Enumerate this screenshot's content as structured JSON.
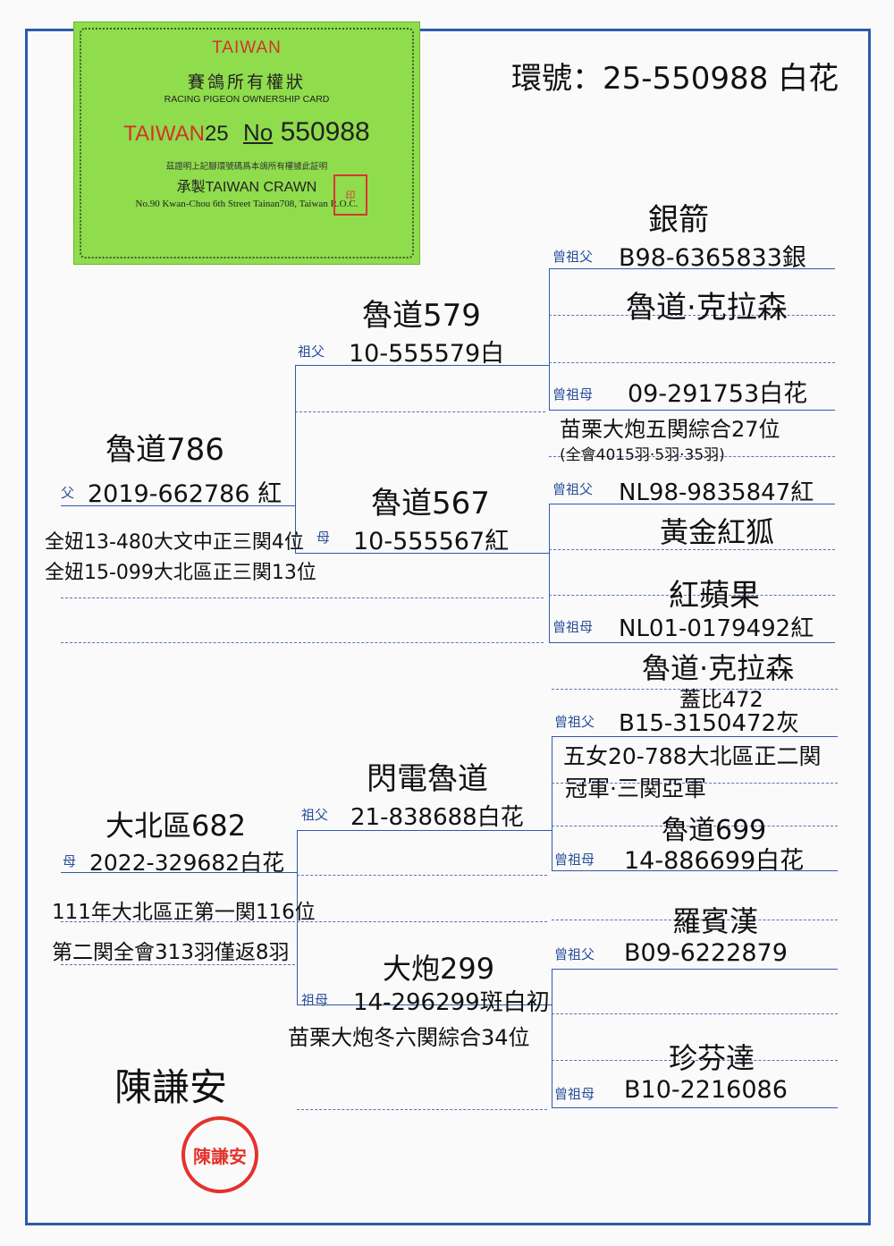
{
  "card": {
    "country": "TAIWAN",
    "title_zh": "賽鴿所有權狀",
    "title_en": "RACING PIGEON OWNERSHIP CARD",
    "ring_prefix": "TAIWAN",
    "ring_year": "25",
    "ring_no_label": "No",
    "ring_no": "550988",
    "certify": "茲證明上記腳環號碼爲本鴿所有權據此証明",
    "maker": "承製TAIWAN CRAWN",
    "address": "No.90 Kwan-Chou 6th Street Tainan708, Taiwan R.O.C."
  },
  "ring_header": "環號：25-550988 白花",
  "father": {
    "name": "魯道786",
    "label": "父",
    "ring": "2019-662786 紅",
    "notes": [
      "全妞13-480大文中正三関4位",
      "全妞15-099大北區正三関13位"
    ]
  },
  "mother": {
    "name": "大北區682",
    "label": "母",
    "ring": "2022-329682白花",
    "notes": [
      "111年大北區正第一関116位",
      "第二関全會313羽僅返8羽"
    ]
  },
  "gf_pat": {
    "name": "魯道579",
    "label": "祖父",
    "ring": "10-555579白"
  },
  "gm_pat": {
    "name": "魯道567",
    "label": "母",
    "ring": "10-555567紅"
  },
  "gf_mat": {
    "name": "閃電魯道",
    "label": "祖父",
    "ring": "21-838688白花"
  },
  "gm_mat": {
    "name": "大炮299",
    "label": "祖母",
    "ring": "14-296299斑白初",
    "note": "苗栗大炮冬六関綜合34位"
  },
  "ggp1": {
    "name": "銀箭",
    "label": "曾祖父",
    "ring": "B98-6365833銀",
    "sub": "魯道·克拉森"
  },
  "ggm1": {
    "label": "曾祖母",
    "ring": "09-291753白花",
    "notes": [
      "苗栗大炮五関綜合27位",
      "(全會4015羽·5羽·35羽)"
    ]
  },
  "ggp2": {
    "label": "曾祖父",
    "ring": "NL98-9835847紅",
    "name": "黃金紅狐"
  },
  "ggm2": {
    "name": "紅蘋果",
    "label": "曾祖母",
    "ring": "NL01-0179492紅",
    "sub": "魯道·克拉森"
  },
  "ggp3": {
    "name": "蓋比472",
    "label": "曾祖父",
    "ring": "B15-3150472灰",
    "notes": [
      "五女20-788大北區正二関",
      "冠軍·三関亞軍"
    ]
  },
  "ggm3": {
    "name": "魯道699",
    "label": "曾祖母",
    "ring": "14-886699白花"
  },
  "ggp4": {
    "name": "羅賓漢",
    "label": "曾祖父",
    "ring": "B09-6222879"
  },
  "ggm4": {
    "name": "珍芬達",
    "label": "曾祖母",
    "ring": "B10-2216086"
  },
  "signature": "陳謙安",
  "seal_text": "陳謙安"
}
